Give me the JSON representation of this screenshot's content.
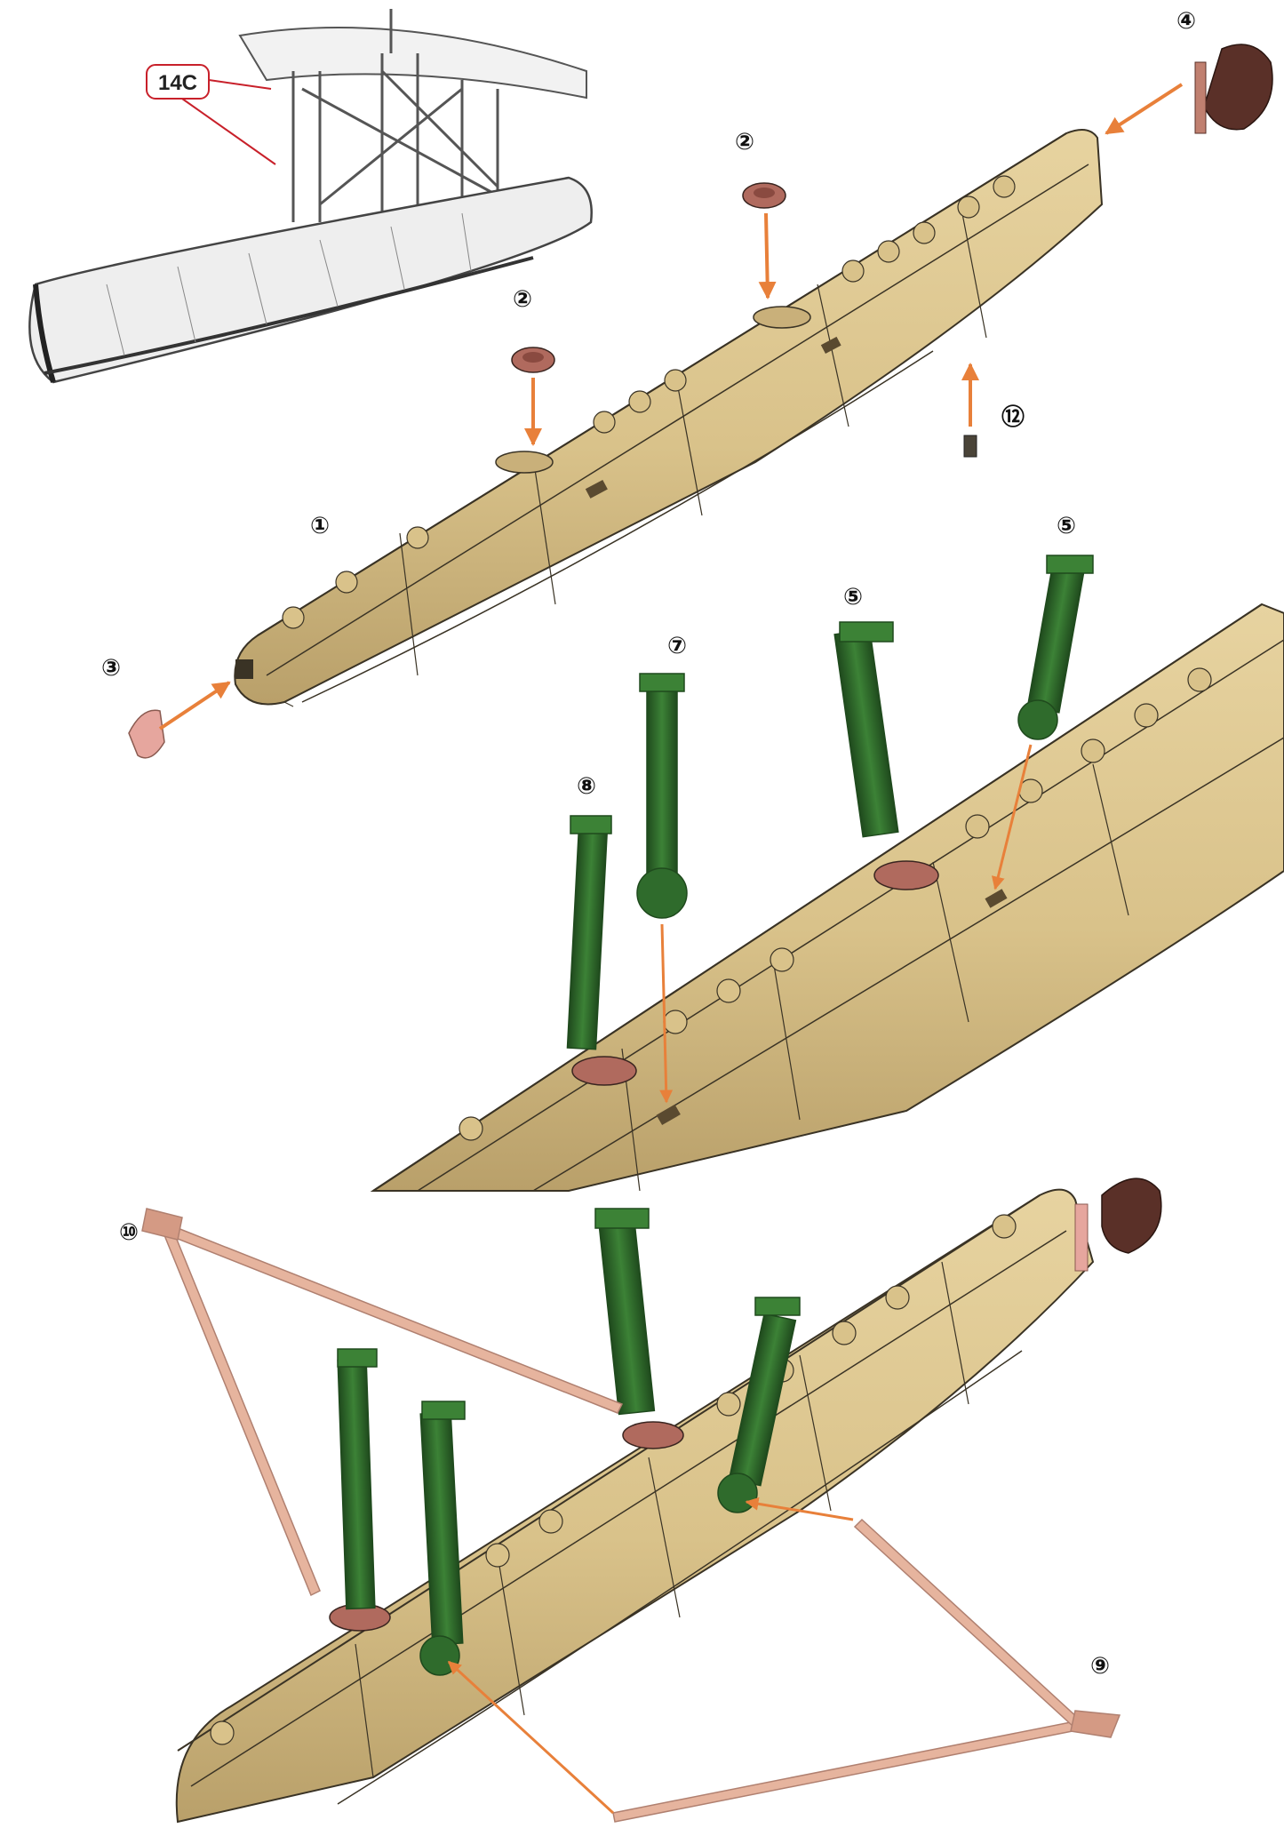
{
  "reference_label": "14C",
  "part_labels": {
    "hull": "①",
    "hatch_front": "②",
    "hatch_rear": "②",
    "nose_cap": "③",
    "rudder": "④",
    "strut_a": "⑤",
    "strut_b": "⑤",
    "strut_c": "⑦",
    "strut_d": "⑧",
    "bottom_fitting": "⑫",
    "brace_rear": "⑨",
    "brace_front": "⑩"
  },
  "colors": {
    "hull": "#d9c28a",
    "hull_shade": "#c2a76c",
    "hull_line": "#3a3325",
    "strut": "#2f6b2c",
    "strut_dark": "#1f4a1d",
    "hatch": "#b06a5e",
    "nose_cap": "#e6a69e",
    "rudder": "#5a3028",
    "brace": "#e6b49e",
    "arrow": "#e8803a",
    "ref_box": "#c8202a",
    "sketch": "#555555"
  },
  "icons": [
    "arrow-icon"
  ]
}
